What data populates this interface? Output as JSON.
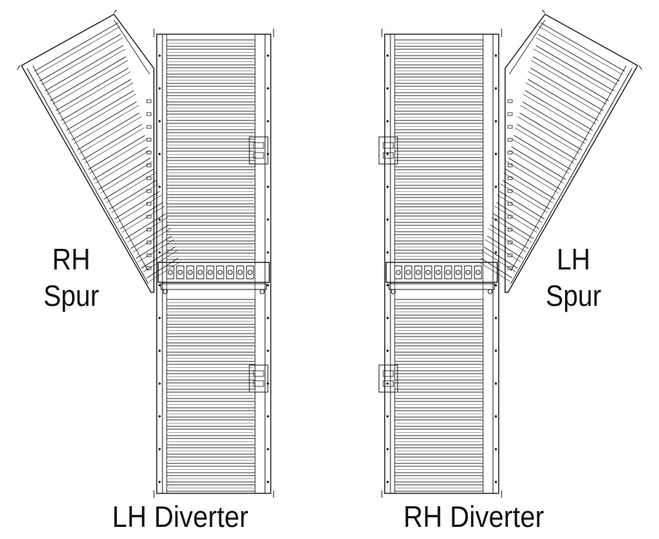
{
  "labels": {
    "left_spur_line1": "RH",
    "left_spur_line2": "Spur",
    "right_spur_line1": "LH",
    "right_spur_line2": "Spur",
    "left_diverter": "LH Diverter",
    "right_diverter": "RH Diverter"
  },
  "colors": {
    "line": "#1a1a1a",
    "background": "#ffffff"
  }
}
